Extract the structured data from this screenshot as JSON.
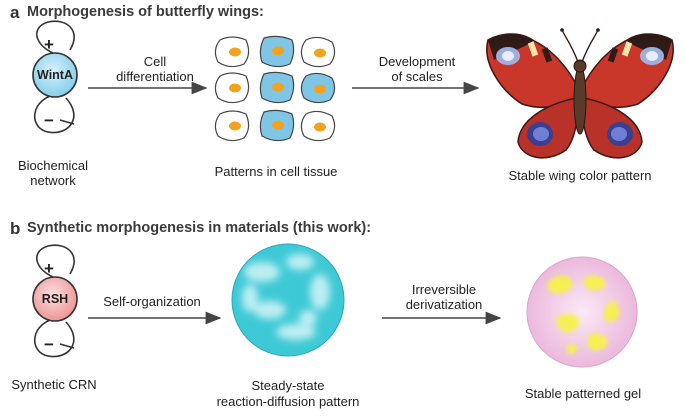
{
  "panel_a": {
    "letter": "a",
    "title": "Morphogenesis of butterfly wings:",
    "node_label": "WintA",
    "plus": "+",
    "minus": "−",
    "network_label": "Biochemical network",
    "arrow1_label": "Cell differentiation",
    "cells_label": "Patterns in cell tissue",
    "arrow2_label": "Development of scales",
    "butterfly_label": "Stable wing color pattern"
  },
  "panel_b": {
    "letter": "b",
    "title": "Synthetic morphogenesis in materials (this work):",
    "node_label": "RSH",
    "plus": "+",
    "minus": "−",
    "network_label": "Synthetic CRN",
    "arrow1_label": "Self-organization",
    "pattern_label_1": "Steady-state",
    "pattern_label_2": "reaction-diffusion pattern",
    "arrow2_label": "Irreversible derivatization",
    "gel_label": "Stable patterned gel"
  },
  "colors": {
    "wnta_fill": "#8fd3ee",
    "rsh_fill": "#f29b9b",
    "cell_blue": "#7fc6e6",
    "nucleus": "#f2a21d",
    "rd_pattern": "#3ec9d6",
    "gel_pink": "#f2c6e6",
    "gel_yellow": "#f7f24a"
  }
}
